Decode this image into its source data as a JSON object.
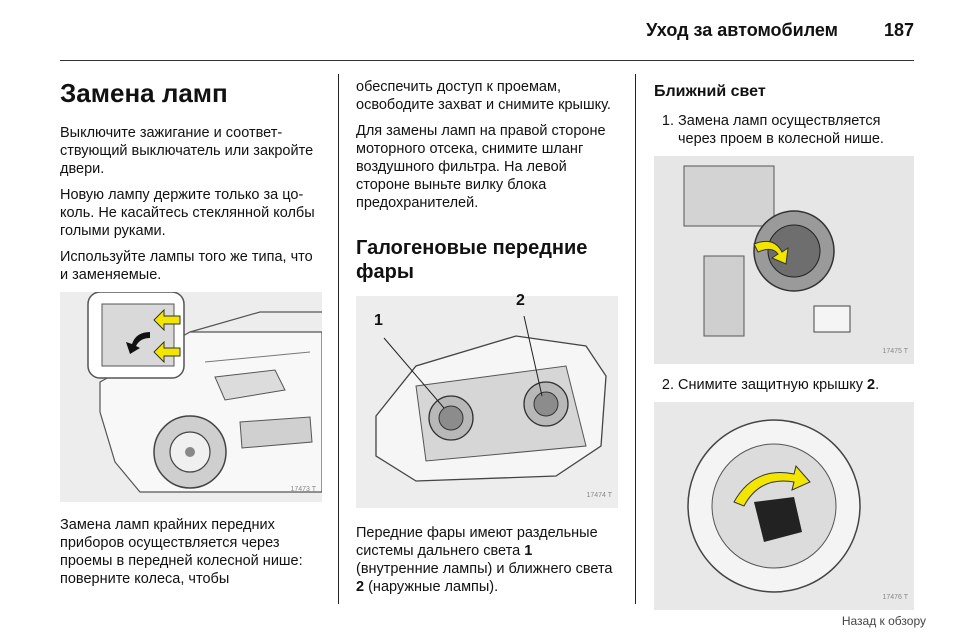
{
  "header": {
    "section": "Уход за автомобилем",
    "page_number": "187"
  },
  "col1": {
    "title": "Замена ламп",
    "para1": "Выключите зажигание и соответ­ствующий выключатель или за­кройте двери.",
    "para2": "Новую лампу держите только за цо­коль. Не касайтесь стеклянной колбы голыми руками.",
    "para3": "Используйте лампы того же типа, что и заменяемые.",
    "figure_code": "17473 T",
    "para4": "Замена ламп крайних передних приборов осуществляется через проемы в передней колесной нише: поверните колеса, чтобы"
  },
  "col2": {
    "para1": "обеспечить доступ к проемам, освободите захват и снимите крышку.",
    "para2": "Для замены ламп на правой сто­роне моторного отсека, снимите шланг воздушного фильтра. На ле­вой стороне выньте вилку блока предохранителей.",
    "subtitle": "Галогеновые передние фары",
    "figure_label_1": "1",
    "figure_label_2": "2",
    "figure_code": "17474 T",
    "para3_a": "Передние фары имеют раздель­ные системы дальнего света ",
    "para3_num1": "1",
    "para3_b": " (внутренние лампы) и ближнего света ",
    "para3_num2": "2",
    "para3_c": " (наружные лампы)."
  },
  "col3": {
    "subtitle": "Ближний свет",
    "step1_text": "Замена ламп осуществляется через проем в колесной нише.",
    "figure1_code": "17475 T",
    "step2_text_a": "Снимите защитную крышку ",
    "step2_num": "2",
    "step2_text_b": ".",
    "figure2_code": "17476 T"
  },
  "footer": {
    "back_link": "Назад к обзору"
  },
  "colors": {
    "arrow_yellow": "#f2e600",
    "figure_bg": "#e9e9e9",
    "rule": "#333333"
  }
}
